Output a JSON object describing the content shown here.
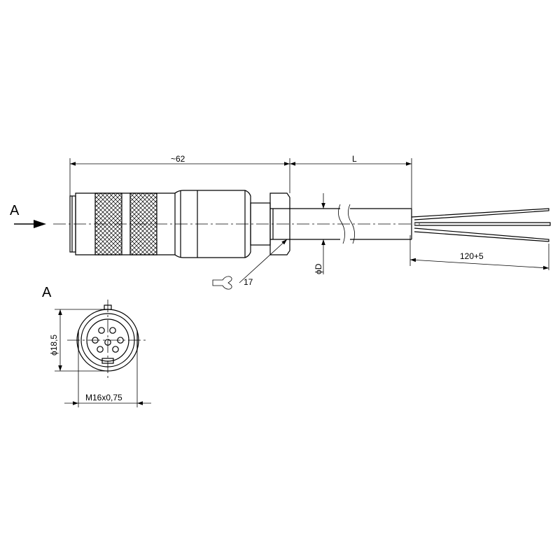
{
  "view_arrow_label": "A",
  "view_label": "A",
  "dimensions": {
    "overall_length": "~62",
    "cable_length": "L",
    "cable_diameter": "ϕD",
    "wire_strip_length": "120+5",
    "wrench_size": "17",
    "face_diameter": "ϕ18,5",
    "thread": "M16x0,75"
  },
  "colors": {
    "line": "#000000",
    "background": "#ffffff"
  }
}
